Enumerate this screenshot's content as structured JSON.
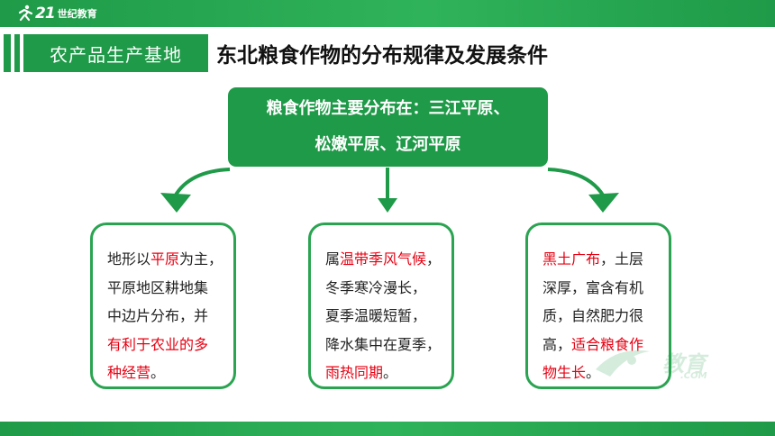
{
  "header": {
    "logo_number": "21",
    "logo_text": "世纪教育"
  },
  "title": {
    "category": "农产品生产基地",
    "main": "东北粮食作物的分布规律及发展条件"
  },
  "summary": {
    "line1": "粮食作物主要分布在：三江平原、",
    "line2": "松嫩平原、辽河平原"
  },
  "cards": [
    {
      "lines": [
        [
          {
            "t": "地形以",
            "red": false
          },
          {
            "t": "平原",
            "red": true
          },
          {
            "t": "为主，",
            "red": false
          }
        ],
        [
          {
            "t": "平原地区耕地集",
            "red": false
          }
        ],
        [
          {
            "t": "中边片分布，并",
            "red": false
          }
        ],
        [
          {
            "t": "有利于农业的多",
            "red": true
          }
        ],
        [
          {
            "t": "种经营",
            "red": true
          },
          {
            "t": "。",
            "red": false
          }
        ]
      ]
    },
    {
      "lines": [
        [
          {
            "t": "属",
            "red": false
          },
          {
            "t": "温带季风气候",
            "red": true
          },
          {
            "t": "，",
            "red": false
          }
        ],
        [
          {
            "t": "冬季寒冷漫长，",
            "red": false
          }
        ],
        [
          {
            "t": "夏季温暖短暂，",
            "red": false
          }
        ],
        [
          {
            "t": "降水集中在夏季，",
            "red": false
          }
        ],
        [
          {
            "t": "雨热同期",
            "red": true
          },
          {
            "t": "。",
            "red": false
          }
        ]
      ]
    },
    {
      "lines": [
        [
          {
            "t": "黑土广布",
            "red": true
          },
          {
            "t": "，土层",
            "red": false
          }
        ],
        [
          {
            "t": "深厚，富含有机",
            "red": false
          }
        ],
        [
          {
            "t": "质，自然肥力很",
            "red": false
          }
        ],
        [
          {
            "t": "高，",
            "red": false
          },
          {
            "t": "适合粮食作",
            "red": true
          }
        ],
        [
          {
            "t": "物生长",
            "red": true
          },
          {
            "t": "。",
            "red": false
          }
        ]
      ]
    }
  ],
  "watermark": {
    "text": "教育",
    "url": ".COM"
  },
  "colors": {
    "brand_green": "#1f9a48",
    "highlight_red": "#e60012"
  }
}
